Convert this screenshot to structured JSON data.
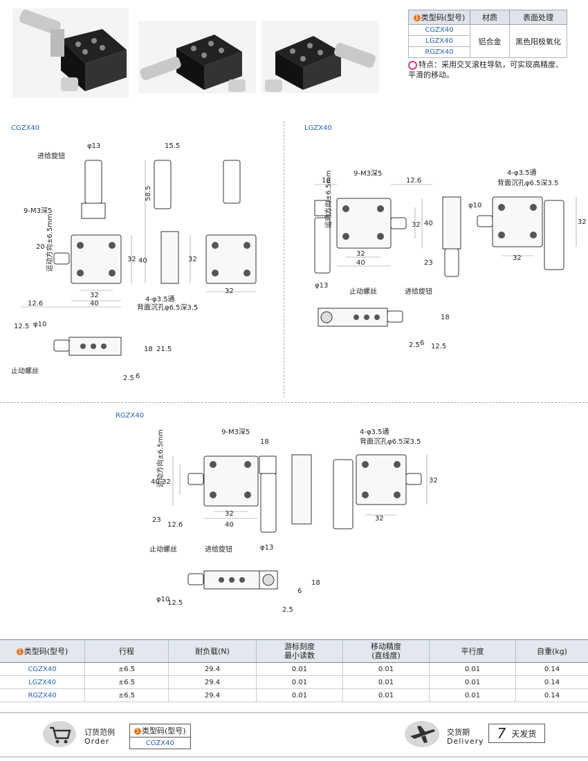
{
  "material_table": {
    "headers": [
      "类型码(型号)",
      "材质",
      "表面处理"
    ],
    "models": [
      "CGZX40",
      "LGZX40",
      "RGZX40"
    ],
    "material": "铝合金",
    "surface": "黑色阳极氧化"
  },
  "feature": "特点：采用交叉滚柱导轨，可实现高精度、平滑的移动。",
  "sections": {
    "cg": "CGZX40",
    "lg": "LGZX40",
    "rg": "RGZX40"
  },
  "drawing_labels": {
    "feed_knob": "进给旋钮",
    "stop_screw": "止动螺丝",
    "m3": "9-M3深5",
    "through_hole": "4-φ3.5通",
    "counterbore": "背面沉孔φ6.5深3.5",
    "travel": "运动方向±6.5mm",
    "dim_13": "φ13",
    "dim_10": "φ10",
    "dim_15_5": "15.5",
    "dim_58_5": "58.5",
    "dim_20": "20",
    "dim_32": "32",
    "dim_40": "40",
    "dim_12_6": "12.6",
    "dim_18": "18",
    "dim_21_5": "21.5",
    "dim_12_5": "12.5",
    "dim_2_5": "2.5",
    "dim_6": "6",
    "dim_23": "23"
  },
  "spec_table": {
    "headers": [
      "类型码(型号)",
      "行程",
      "耐负载(N)",
      "游标刻度\n最小读数",
      "移动精度\n(直线度)",
      "平行度",
      "自重(kg)"
    ],
    "rows": [
      [
        "CGZX40",
        "±6.5",
        "29.4",
        "0.01",
        "0.01",
        "0.01",
        "0.14"
      ],
      [
        "LGZX40",
        "±6.5",
        "29.4",
        "0.01",
        "0.01",
        "0.01",
        "0.14"
      ],
      [
        "RGZX40",
        "±6.5",
        "29.4",
        "0.01",
        "0.01",
        "0.01",
        "0.14"
      ]
    ]
  },
  "footer": {
    "order_cn": "订货范例",
    "order_en": "Order",
    "order_header": "类型码(型号)",
    "order_value": "CGZX40",
    "delivery_cn": "交货期",
    "delivery_en": "Delivery",
    "delivery_days": "7",
    "delivery_text": "天发货"
  },
  "icons": [
    "cart-icon",
    "airplane-icon",
    "number-one-badge-icon",
    "feature-dot-icon"
  ],
  "colors": {
    "accent_orange": "#e8741b",
    "link_blue": "#2a62b7",
    "header_gray": "#dfe4ea",
    "pink": "#d9418e"
  }
}
